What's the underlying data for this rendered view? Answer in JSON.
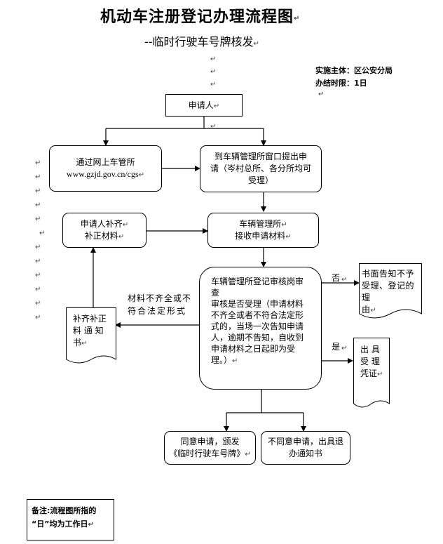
{
  "header": {
    "title": "机动车注册登记办理流程图",
    "subtitle": "--临时行驶车号牌核发"
  },
  "meta": {
    "subject": "实施主体：区公安分局",
    "time_limit": "办结时限：1日"
  },
  "nodes": {
    "applicant": "申请人",
    "online_line1": "通过网上车管所",
    "online_line2": "www.gzjd.gov.cn/cgs",
    "window_line1": "到车辆管理所窗口提出申",
    "window_line2": "请（岑村总所、各分所均可",
    "window_line3": "受理）",
    "supplement_line1": "申请人补齐",
    "supplement_line2": "补正材料",
    "receive_line1": "车辆管理所",
    "receive_line2": "接收申请材料",
    "review_line1": "车辆管理所登记审核岗审",
    "review_line2": "查",
    "review_line3": "审核是否受理（申请材料",
    "review_line4": "不齐全或者不符合法定形",
    "review_line5": "式的，当场一次告知申请",
    "review_line6": "人，逾期不告知，自收到",
    "review_line7": "申请材料之日起即为受",
    "review_line8": "理。）",
    "reject_notice_line1": "书面告知不予",
    "reject_notice_line2": "受理、登记的理",
    "reject_notice_line3": "由",
    "supplement_notice_line1": "补齐补正",
    "supplement_notice_line2": "料 通 知",
    "supplement_notice_line3": "书",
    "receipt_line1": "出 具",
    "receipt_line2": "受 理",
    "receipt_line3": "凭证",
    "approve_line1": "同意申请，颁发",
    "approve_line2": "《临时行驶车号牌》",
    "deny_line1": "不同意申请，出具退",
    "deny_line2": "办通知书"
  },
  "edge_labels": {
    "no": "否",
    "yes": "是",
    "incomplete_line1": "材料不齐全或不",
    "incomplete_line2": "符合法定形式"
  },
  "footnote": {
    "line1": "备注:流程图所指的",
    "line2": "“日”均为工作日"
  },
  "paragraph_mark": "↵"
}
